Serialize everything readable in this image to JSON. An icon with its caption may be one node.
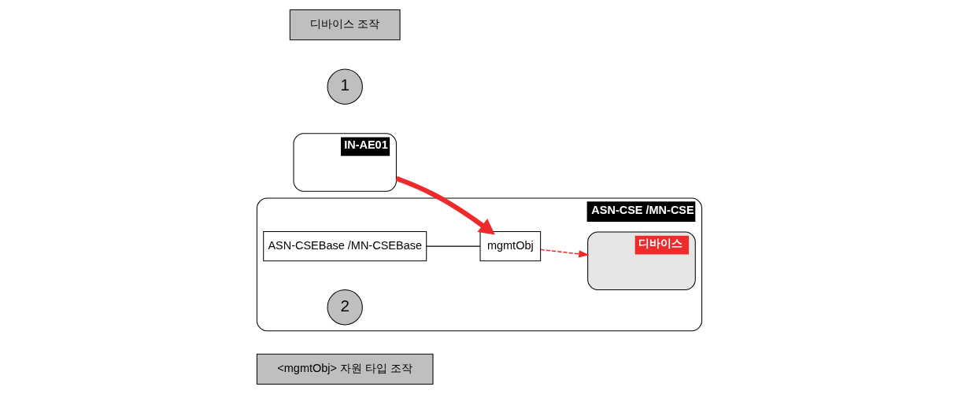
{
  "diagram": {
    "nodes": [
      {
        "text": [
          "<mgmtObj> 자원 타입 조작"
        ]
      },
      {
        "text": [
          "IN-AE01"
        ]
      },
      {
        "text": [
          "1"
        ]
      },
      {
        "text": [
          "ASN-CSE /MN-CSE"
        ]
      },
      {
        "text": [
          "ASN-CSEBase /MN-CSEBase"
        ],
        "in": 3
      },
      {
        "text": [
          "mgmtObj"
        ],
        "in": 3
      },
      {
        "text": [
          "2"
        ],
        "in": 3
      },
      {
        "text": [
          "디바이스"
        ],
        "in": 3
      },
      {
        "text": [
          "디바이스 조작"
        ]
      }
    ],
    "edges": [
      {
        "from": 4,
        "to": 5,
        "arrow": "none",
        "color": "#000000"
      },
      {
        "from": 1,
        "to": 5,
        "arrow": "to",
        "style": "thick",
        "color": "#ee2a2a"
      },
      {
        "from": 5,
        "to": 7,
        "arrow": "to",
        "style": "dashed",
        "color": "#ee2a2a"
      }
    ]
  }
}
